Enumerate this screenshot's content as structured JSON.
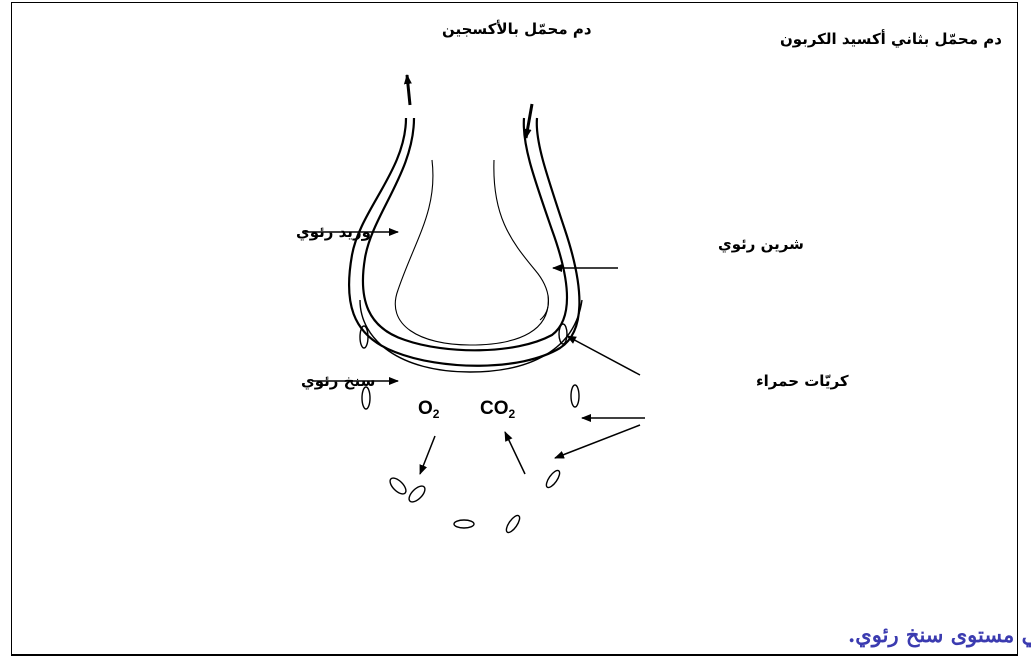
{
  "labels": {
    "blood_oxygen": "دم محمّل بالأكسجين",
    "blood_co2": "دم محمّل بثاني أكسيد الكربون",
    "pulmonary_vein": "وريد رئوي",
    "pulmonary_artery": "شرين رئوي",
    "alveolus": "سنخ رئوي",
    "red_cells": "كريّات حمراء"
  },
  "chem": {
    "o2_base": "O",
    "o2_sub": "2",
    "co2_base": "CO",
    "co2_sub": "2"
  },
  "caption": {
    "text": "رسم توضيحي للتبادلات الغازيّة في مستوى سنخ رئوي.",
    "color": "#3b3bb0"
  }
}
